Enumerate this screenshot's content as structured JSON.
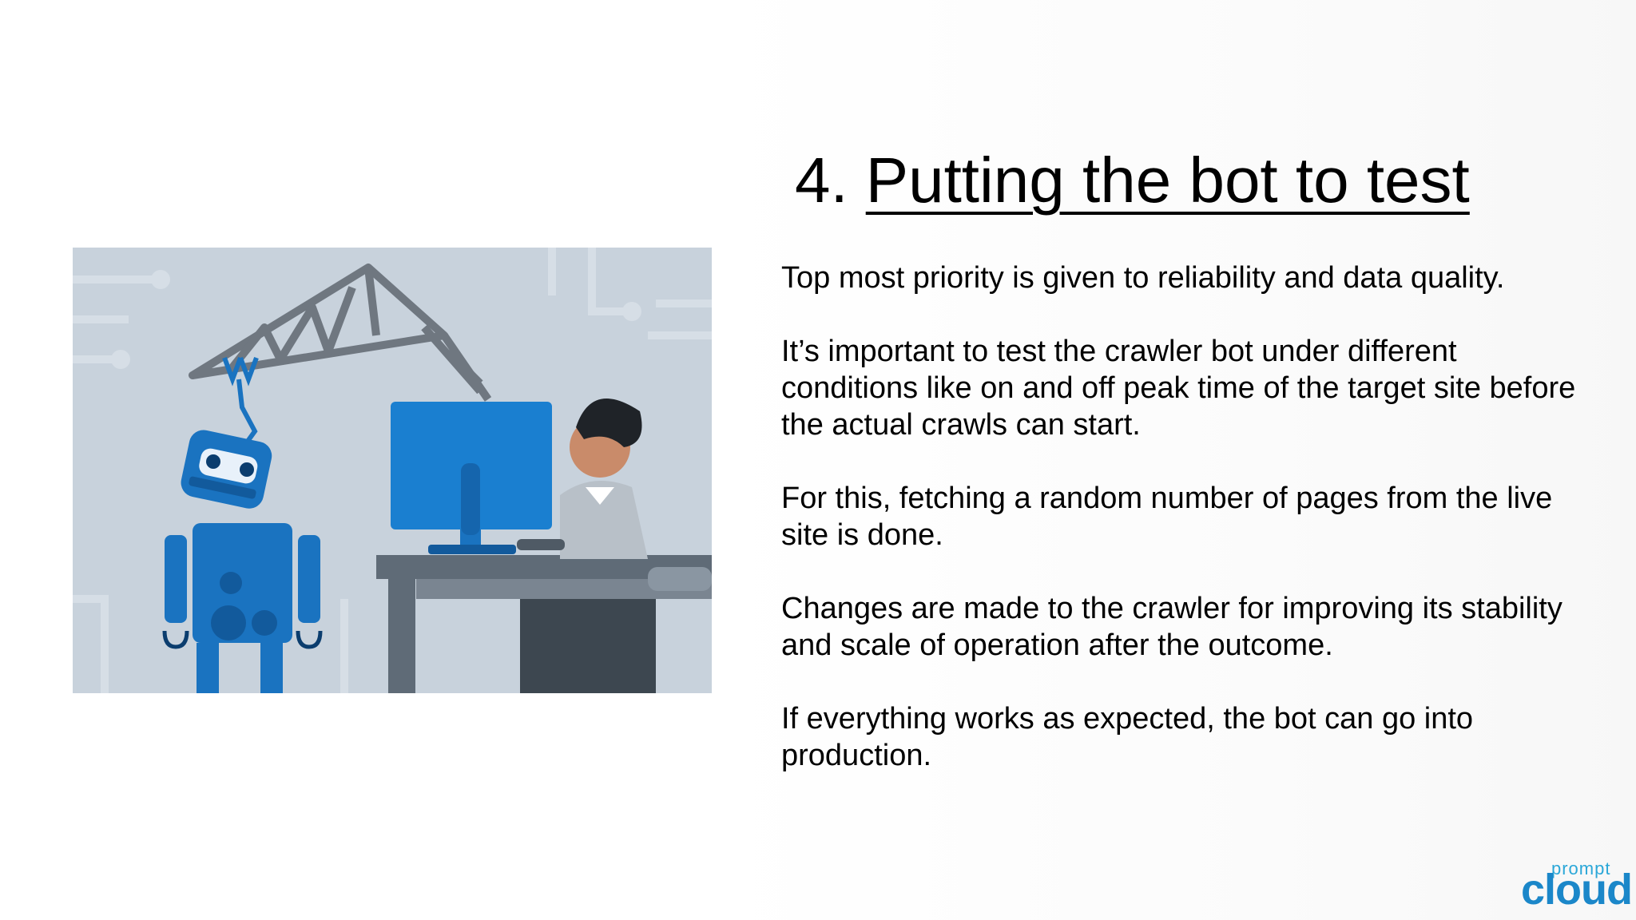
{
  "slide": {
    "title_number": "4.",
    "title_text": "Putting the bot to test",
    "paragraphs": [
      "Top most priority is given to reliability and data quality.",
      "It’s important to test the crawler bot under different conditions like on and off peak time of the target site before the actual crawls can start.",
      "For this, fetching a random number of pages from the live site is done.",
      "Changes are made to the crawler for improving its stability and scale of operation after the outcome.",
      "If everything works as expected, the bot can go into production."
    ]
  },
  "logo": {
    "top_text": "prompt",
    "main_text": "cloud"
  },
  "colors": {
    "background": "#ffffff",
    "illustration_bg": "#c8d2dc",
    "robot_blue": "#1a73c0",
    "crane_gray": "#6f7780",
    "logo_blue": "#1b87c9"
  },
  "illustration": {
    "subject": "robot-crane-developer-illustration"
  }
}
